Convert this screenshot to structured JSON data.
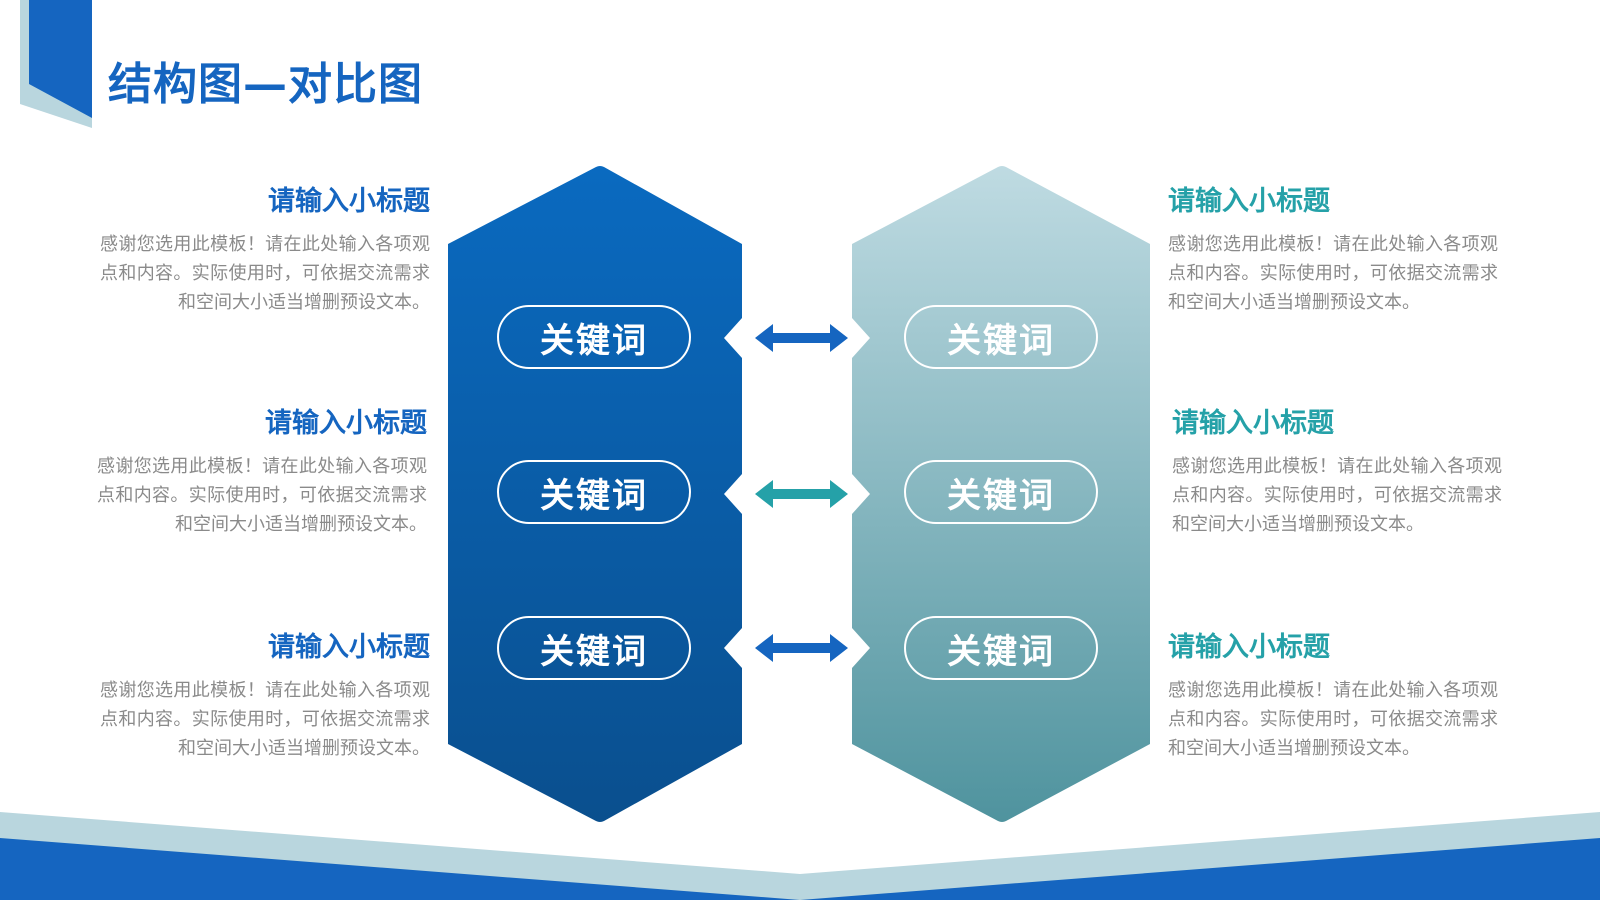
{
  "title": "结构图—对比图",
  "colors": {
    "primary": "#1565c0",
    "teal": "#25a1a8",
    "light": "#b9d6de"
  },
  "left_items": [
    {
      "subtitle": "请输入小标题",
      "body": "感谢您选用此模板！请在此处输入各项观点和内容。实际使用时，可依据交流需求和空间大小适当增删预设文本。"
    },
    {
      "subtitle": "请输入小标题",
      "body": "感谢您选用此模板！请在此处输入各项观点和内容。实际使用时，可依据交流需求和空间大小适当增删预设文本。"
    },
    {
      "subtitle": "请输入小标题",
      "body": "感谢您选用此模板！请在此处输入各项观点和内容。实际使用时，可依据交流需求和空间大小适当增删预设文本。"
    }
  ],
  "right_items": [
    {
      "subtitle": "请输入小标题",
      "body": "感谢您选用此模板！请在此处输入各项观点和内容。实际使用时，可依据交流需求和空间大小适当增删预设文本。"
    },
    {
      "subtitle": "请输入小标题",
      "body": "感谢您选用此模板！请在此处输入各项观点和内容。实际使用时，可依据交流需求和空间大小适当增删预设文本。"
    },
    {
      "subtitle": "请输入小标题",
      "body": "感谢您选用此模板！请在此处输入各项观点和内容。实际使用时，可依据交流需求和空间大小适当增删预设文本。"
    }
  ],
  "left_keywords": [
    "关键词",
    "关键词",
    "关键词"
  ],
  "right_keywords": [
    "关键词",
    "关键词",
    "关键词"
  ],
  "arrow_colors": [
    "#1565c0",
    "#25a1a8",
    "#1565c0"
  ]
}
